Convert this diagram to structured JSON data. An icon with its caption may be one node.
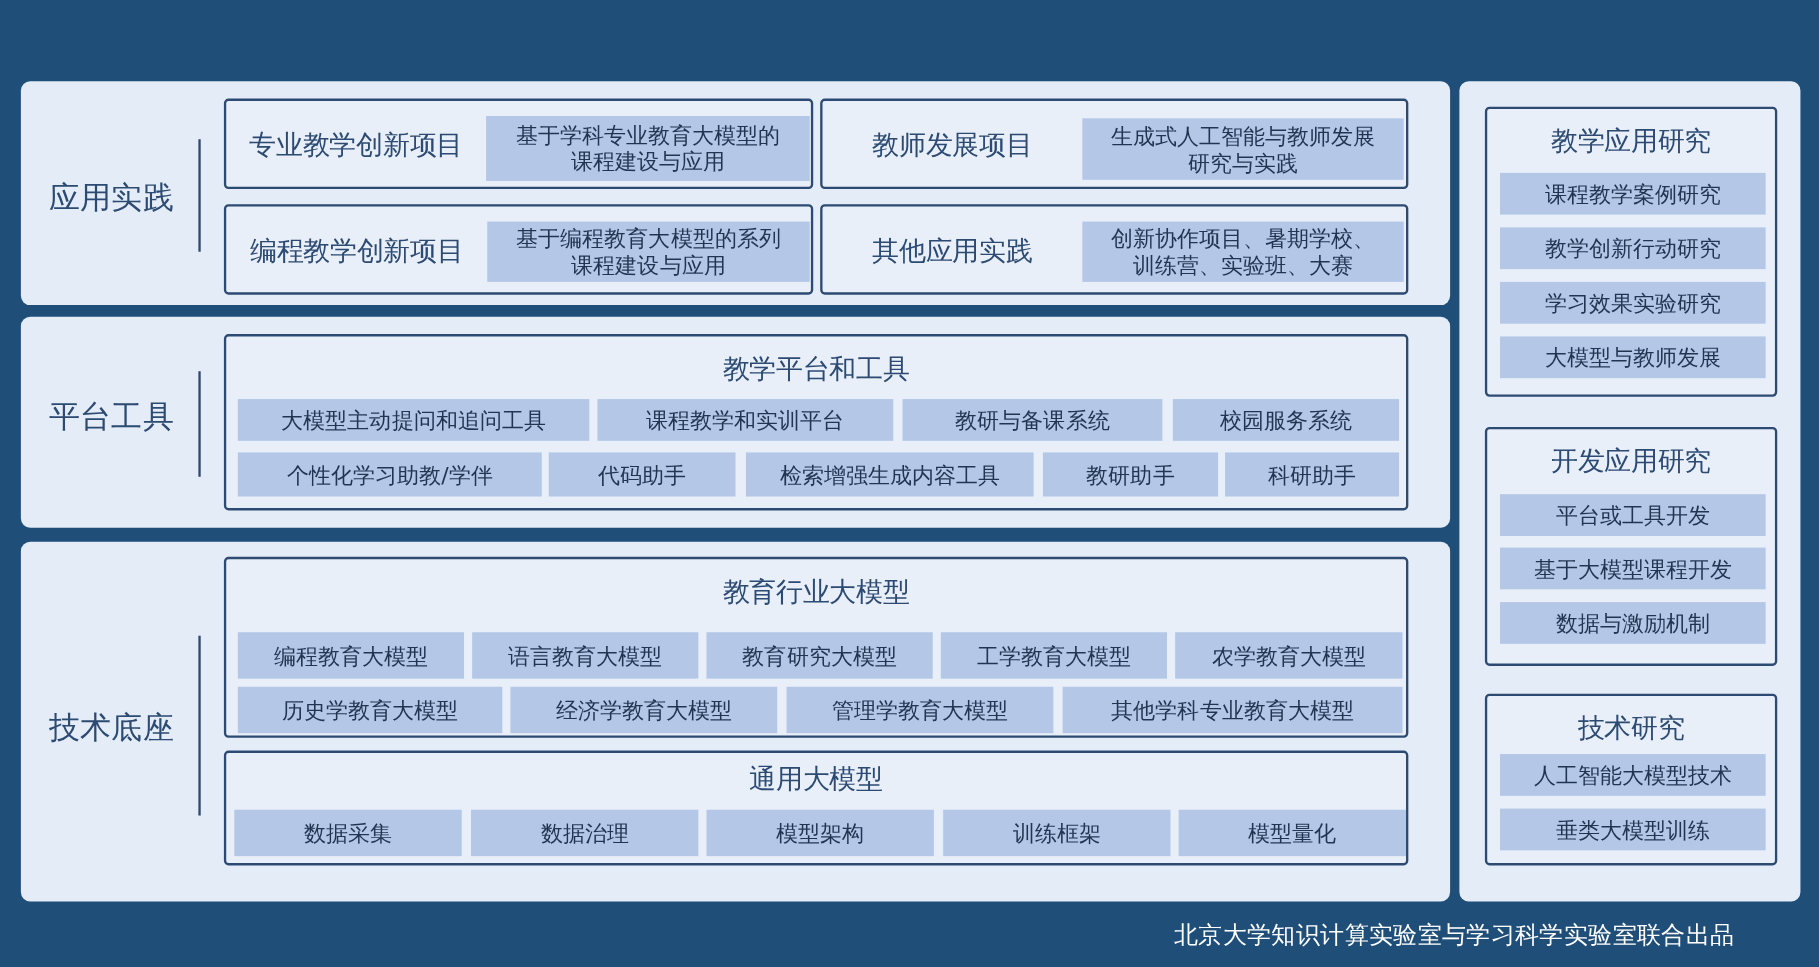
{
  "diagram": {
    "nodes": [
      {
        "text": [
          "应用实践"
        ]
      },
      {
        "text": [
          "专业教学创新项目"
        ],
        "in": 0
      },
      {
        "text": [
          "基于学科专业教育大模型的课程建设与应用"
        ],
        "in": 1
      },
      {
        "text": [
          "教师发展项目"
        ],
        "in": 0
      },
      {
        "text": [
          "生成式人工智能与教师发展研究与实践"
        ],
        "in": 3
      },
      {
        "text": [
          "编程教学创新项目"
        ],
        "in": 0
      },
      {
        "text": [
          "基于编程教育大模型的系列课程建设与应用"
        ],
        "in": 5
      },
      {
        "text": [
          "其他应用实践"
        ],
        "in": 0
      },
      {
        "text": [
          "创新协作项目、暑期学校、训练营、实验班、大赛"
        ],
        "in": 7
      },
      {
        "text": [
          "平台工具"
        ]
      },
      {
        "text": [
          "教学平台和工具"
        ],
        "in": 9
      },
      {
        "text": [
          "大模型主动提问和追问工具"
        ],
        "in": 10
      },
      {
        "text": [
          "课程教学和实训平台"
        ],
        "in": 10
      },
      {
        "text": [
          "教研与备课系统"
        ],
        "in": 10
      },
      {
        "text": [
          "校园服务系统"
        ],
        "in": 10
      },
      {
        "text": [
          "个性化学习助教/学伴"
        ],
        "in": 10
      },
      {
        "text": [
          "代码助手"
        ],
        "in": 10
      },
      {
        "text": [
          "检索增强生成内容工具"
        ],
        "in": 10
      },
      {
        "text": [
          "教研助手"
        ],
        "in": 10
      },
      {
        "text": [
          "科研助手"
        ],
        "in": 10
      },
      {
        "text": [
          "技术底座"
        ]
      },
      {
        "text": [
          "教育行业大模型"
        ],
        "in": 20
      },
      {
        "text": [
          "编程教育大模型"
        ],
        "in": 21
      },
      {
        "text": [
          "语言教育大模型"
        ],
        "in": 21
      },
      {
        "text": [
          "教育研究大模型"
        ],
        "in": 21
      },
      {
        "text": [
          "工学教育大模型"
        ],
        "in": 21
      },
      {
        "text": [
          "农学教育大模型"
        ],
        "in": 21
      },
      {
        "text": [
          "历史学教育大模型"
        ],
        "in": 21
      },
      {
        "text": [
          "经济学教育大模型"
        ],
        "in": 21
      },
      {
        "text": [
          "管理学教育大模型"
        ],
        "in": 21
      },
      {
        "text": [
          "其他学科专业教育大模型"
        ],
        "in": 21
      },
      {
        "text": [
          "通用大模型"
        ],
        "in": 20
      },
      {
        "text": [
          "数据采集"
        ],
        "in": 31
      },
      {
        "text": [
          "数据治理"
        ],
        "in": 31
      },
      {
        "text": [
          "模型架构"
        ],
        "in": 31
      },
      {
        "text": [
          "训练框架"
        ],
        "in": 31
      },
      {
        "text": [
          "模型量化"
        ],
        "in": 31
      },
      {
        "text": [],
        "shape": "box"
      },
      {
        "text": [
          "教学应用研究"
        ],
        "in": 37
      },
      {
        "text": [
          "课程教学案例研究"
        ],
        "in": 38
      },
      {
        "text": [
          "教学创新行动研究"
        ],
        "in": 38
      },
      {
        "text": [
          "学习效果实验研究"
        ],
        "in": 38
      },
      {
        "text": [
          "大模型与教师发展"
        ],
        "in": 38
      },
      {
        "text": [
          "开发应用研究"
        ],
        "in": 37
      },
      {
        "text": [
          "平台或工具开发"
        ],
        "in": 43
      },
      {
        "text": [
          "基于大模型课程开发"
        ],
        "in": 43
      },
      {
        "text": [
          "数据与激励机制"
        ],
        "in": 43
      },
      {
        "text": [
          "技术研究"
        ],
        "in": 37
      },
      {
        "text": [
          "人工智能大模型技术"
        ],
        "in": 47
      },
      {
        "text": [
          "垂类大模型训练"
        ],
        "in": 47
      }
    ],
    "labels": [
      "北京大学知识计算实验室与学习科学实验室联合出品"
    ]
  }
}
